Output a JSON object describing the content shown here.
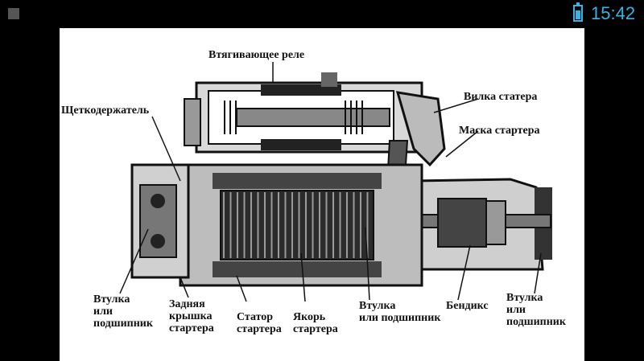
{
  "status_bar": {
    "time": "15:42",
    "battery_level": 0.75,
    "battery_color": "#33b5e5"
  },
  "diagram": {
    "labels": {
      "solenoid": "Втягивающее реле",
      "brush_holder": "Щеткодержатель",
      "fork": "Вилка статера",
      "housing": "Маска стартера",
      "rear_bushing": "Втулка\nили\nподшипник",
      "rear_cover": "Задняя\nкрышка\nстартера",
      "stator": "Статор\nстартера",
      "armature": "Якорь\nстартера",
      "mid_bushing": "Втулка\nили подшипник",
      "bendix": "Бендикс",
      "front_bushing": "Втулка\nили\nподшипник"
    }
  }
}
